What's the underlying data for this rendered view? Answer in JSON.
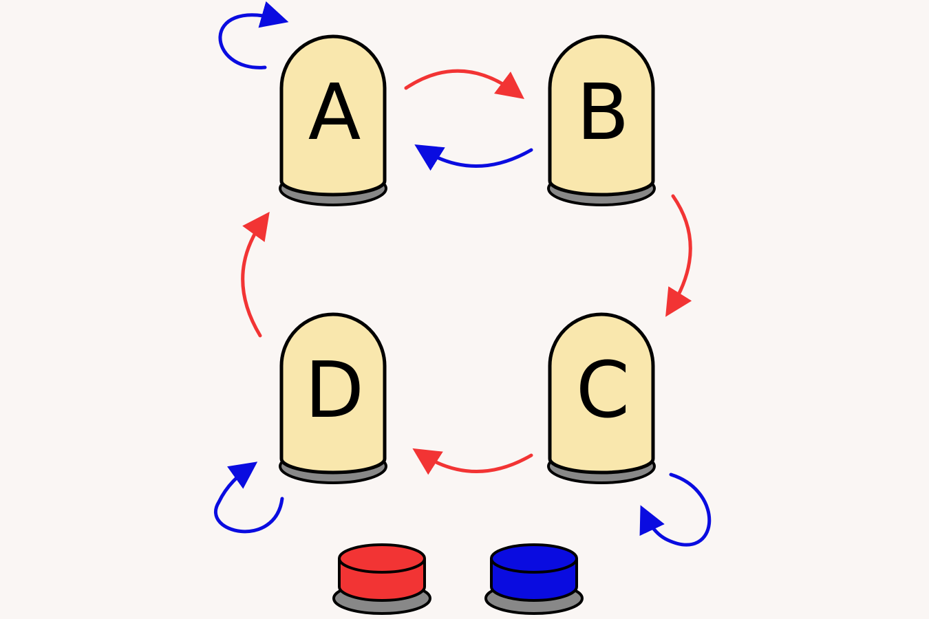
{
  "colors": {
    "background": "#faf6f4",
    "lamp_fill": "#f9e7ad",
    "lamp_base": "#888888",
    "red": "#f23434",
    "blue": "#0a0ce0",
    "outline": "#000000"
  },
  "lamps": [
    {
      "id": "A",
      "label": "A"
    },
    {
      "id": "B",
      "label": "B"
    },
    {
      "id": "C",
      "label": "C"
    },
    {
      "id": "D",
      "label": "D"
    }
  ],
  "transitions": [
    {
      "from": "A",
      "to": "B",
      "color": "red"
    },
    {
      "from": "B",
      "to": "C",
      "color": "red"
    },
    {
      "from": "C",
      "to": "D",
      "color": "red"
    },
    {
      "from": "D",
      "to": "A",
      "color": "red"
    },
    {
      "from": "A",
      "to": "A",
      "color": "blue"
    },
    {
      "from": "B",
      "to": "A",
      "color": "blue"
    },
    {
      "from": "C",
      "to": "C",
      "color": "blue"
    },
    {
      "from": "D",
      "to": "D",
      "color": "blue"
    }
  ],
  "buttons": [
    {
      "id": "red-button",
      "color": "red"
    },
    {
      "id": "blue-button",
      "color": "blue"
    }
  ]
}
